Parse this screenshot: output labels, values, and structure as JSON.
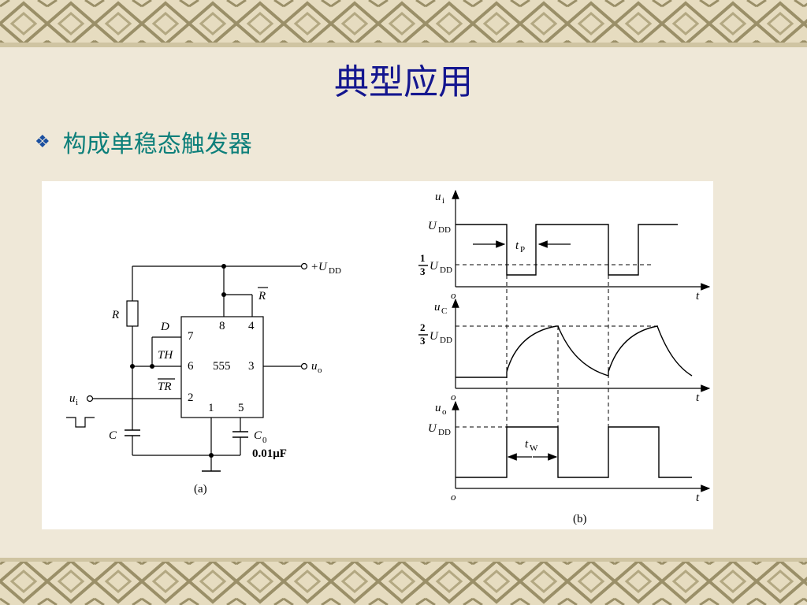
{
  "slide": {
    "title": "典型应用",
    "bullet": "构成单稳态触发器"
  },
  "circuit": {
    "supply": "+",
    "supply_sym": "U",
    "supply_sub": "DD",
    "resistor_left": "R",
    "reset_label": "R",
    "pin_D": "D",
    "pin_TH": "TH",
    "pin_TR": "TR",
    "pin7": "7",
    "pin8": "8",
    "pin4": "4",
    "pin6": "6",
    "pin3": "3",
    "pin2": "2",
    "pin1": "1",
    "pin5": "5",
    "chip": "555",
    "input_sym": "u",
    "input_sub": "i",
    "output_sym": "u",
    "output_sub": "o",
    "cap_left": "C",
    "cap0_sym": "C",
    "cap0_sub": "0",
    "cap0_value": "0.01μF",
    "caption": "(a)"
  },
  "waveforms": {
    "ui_sym": "u",
    "ui_sub": "i",
    "uc_sym": "u",
    "uc_sub": "C",
    "uo_sym": "u",
    "uo_sub": "o",
    "udd_sym": "U",
    "udd_sub": "DD",
    "one": "1",
    "two": "2",
    "three": "3",
    "origin": "o",
    "time_axis": "t",
    "tp_sym": "t",
    "tp_sub": "P",
    "tw_sym": "t",
    "tw_sub": "W",
    "caption": "(b)"
  }
}
